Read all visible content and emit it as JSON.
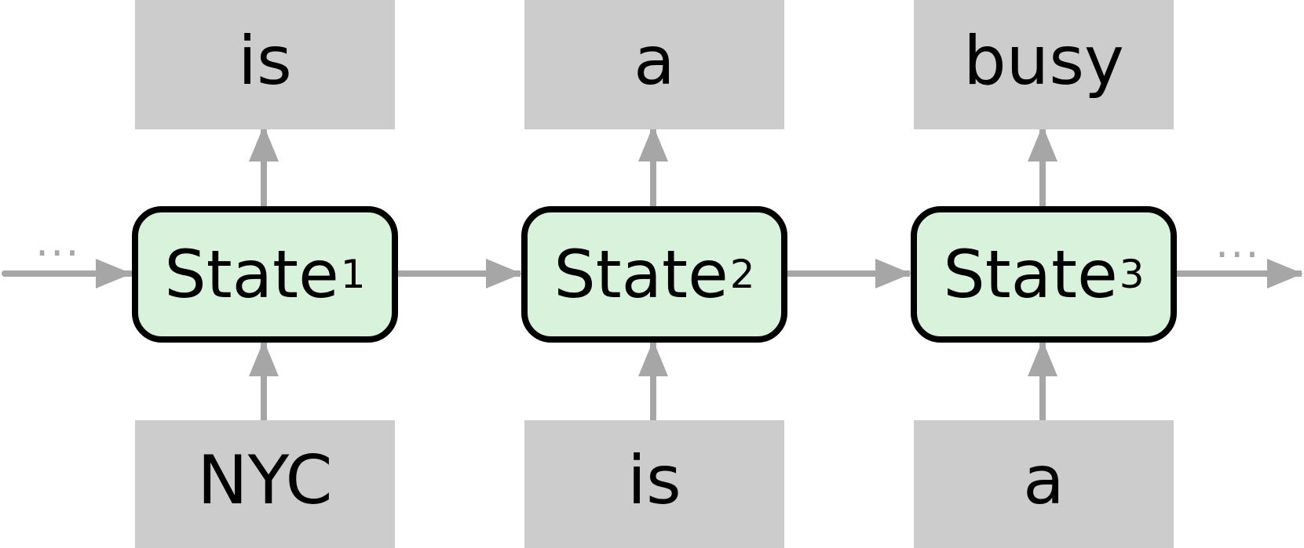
{
  "colors": {
    "word_box": "#cccccc",
    "state_fill": "#d8f2dc",
    "state_border": "#000000",
    "arrow": "#a6a6a6"
  },
  "outputs": [
    "is",
    "a",
    "busy"
  ],
  "inputs": [
    "NYC",
    "is",
    "a"
  ],
  "states": [
    {
      "label": "State",
      "subscript": "1"
    },
    {
      "label": "State",
      "subscript": "2"
    },
    {
      "label": "State",
      "subscript": "3"
    }
  ],
  "continuation": {
    "left": "...",
    "right": "..."
  }
}
